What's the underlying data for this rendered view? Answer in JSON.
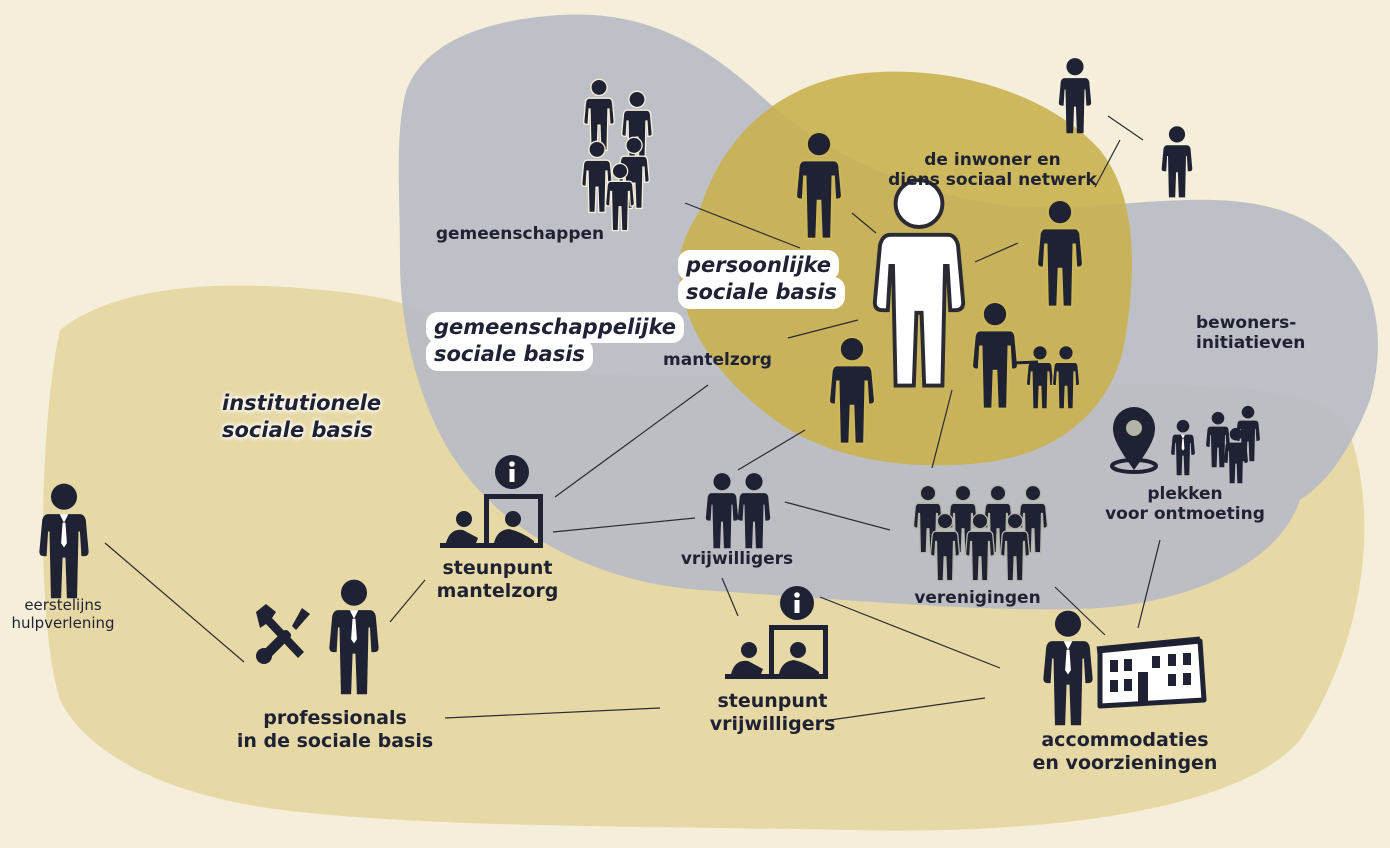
{
  "colors": {
    "background": "#f5eedb",
    "institutional_zone": "#e7d9a6",
    "community_zone": "#b9bcc6",
    "personal_zone": "#cdb757",
    "ink": "#1f2233",
    "center_person": "#ffffff"
  },
  "zones": {
    "institutional": [
      "institutionele",
      "sociale basis"
    ],
    "community": [
      "gemeenschappelijke",
      "sociale basis"
    ],
    "personal": [
      "persoonlijke",
      "sociale basis"
    ]
  },
  "nodes": {
    "inwoner": [
      "de inwoner en",
      "diens sociaal netwerk"
    ],
    "gemeenschappen": [
      "gemeenschappen"
    ],
    "mantelzorg": [
      "mantelzorg"
    ],
    "bewoners": [
      "bewoners-",
      "initiatieven"
    ],
    "plekken": [
      "plekken",
      "voor ontmoeting"
    ],
    "verenigingen": [
      "verenigingen"
    ],
    "vrijwilligers": [
      "vrijwilligers"
    ],
    "steunpunt_mantelzorg": [
      "steunpunt",
      "mantelzorg"
    ],
    "steunpunt_vrijwilligers": [
      "steunpunt",
      "vrijwilligers"
    ],
    "eerstelijns": [
      "eerstelijns",
      "hulpverlening"
    ],
    "professionals": [
      "professionals",
      "in de sociale basis"
    ],
    "accommodaties": [
      "accommodaties",
      "en voorzieningen"
    ]
  },
  "icons": {
    "info": "info-icon",
    "tools": "tools-icon",
    "location": "location-pin-icon",
    "building": "building-icon",
    "desk": "desk-meeting-icon"
  }
}
